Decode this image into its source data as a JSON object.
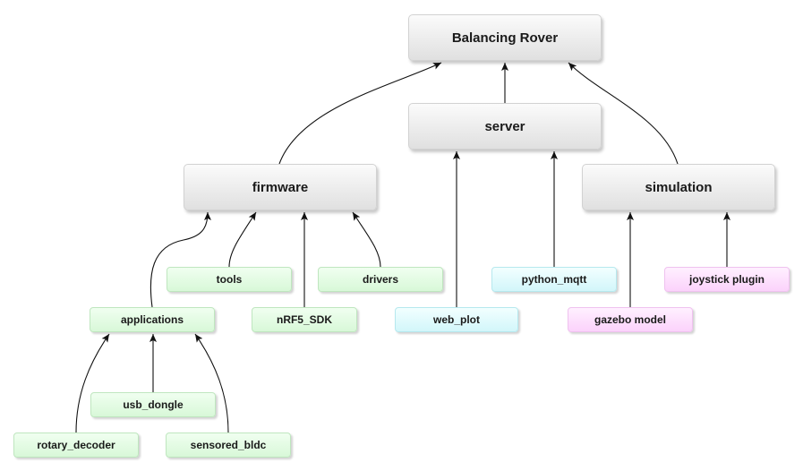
{
  "diagram": {
    "nodes": {
      "rover": "Balancing Rover",
      "server": "server",
      "firmware": "firmware",
      "simulation": "simulation",
      "tools": "tools",
      "drivers": "drivers",
      "python_mqtt": "python_mqtt",
      "joystick_plugin": "joystick plugin",
      "applications": "applications",
      "nrf5_sdk": "nRF5_SDK",
      "web_plot": "web_plot",
      "gazebo_model": "gazebo model",
      "usb_dongle": "usb_dongle",
      "rotary_decoder": "rotary_decoder",
      "sensored_bldc": "sensored_bldc"
    },
    "edges": [
      {
        "from": "firmware",
        "to": "rover"
      },
      {
        "from": "server",
        "to": "rover"
      },
      {
        "from": "simulation",
        "to": "rover"
      },
      {
        "from": "applications",
        "to": "firmware"
      },
      {
        "from": "tools",
        "to": "firmware"
      },
      {
        "from": "nrf5_sdk",
        "to": "firmware"
      },
      {
        "from": "drivers",
        "to": "firmware"
      },
      {
        "from": "web_plot",
        "to": "server"
      },
      {
        "from": "python_mqtt",
        "to": "server"
      },
      {
        "from": "gazebo_model",
        "to": "simulation"
      },
      {
        "from": "joystick_plugin",
        "to": "simulation"
      },
      {
        "from": "rotary_decoder",
        "to": "applications"
      },
      {
        "from": "usb_dongle",
        "to": "applications"
      },
      {
        "from": "sensored_bldc",
        "to": "applications"
      }
    ],
    "colors": {
      "main_fill": "#ececec",
      "library_fill": "#d8f8d8",
      "server_component_fill": "#d2f6fa",
      "simulation_component_fill": "#fbd2fb",
      "connector": "#111111"
    }
  }
}
